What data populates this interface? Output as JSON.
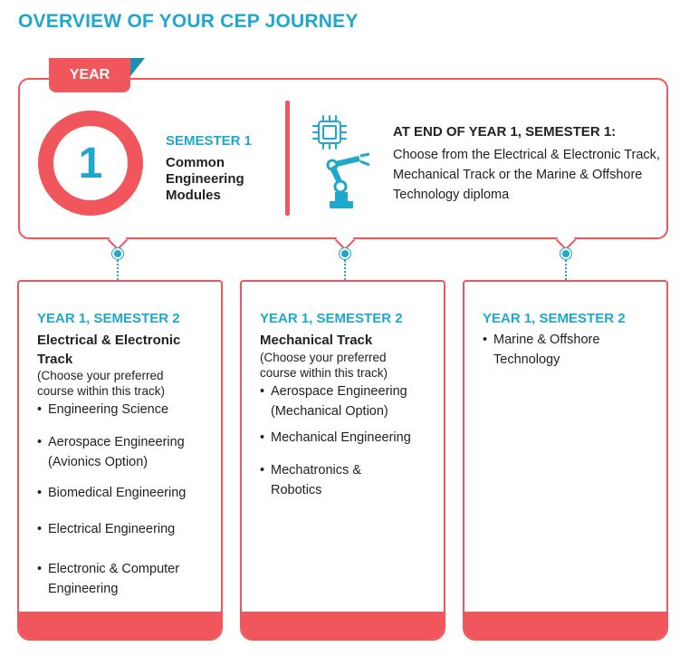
{
  "page_title": "OVERVIEW OF YOUR CEP JOURNEY",
  "year_tab": "YEAR",
  "year_number": "1",
  "semester1": {
    "heading": "SEMESTER 1",
    "body": "Common Engineering Modules"
  },
  "end_of_year": {
    "heading": "AT END OF YEAR 1, SEMESTER 1:",
    "body": "Choose from the Electrical & Electronic Track, Mechanical Track or the Marine & Offshore Technology diploma"
  },
  "icons": {
    "chip": "microchip-icon",
    "robot": "robot-arm-icon"
  },
  "colors": {
    "accent": "#f0565c",
    "brand": "#1fa8cc"
  },
  "cards": [
    {
      "heading": "YEAR 1, SEMESTER 2",
      "track": "Electrical & Electronic Track",
      "note": "(Choose your preferred course within this track)",
      "items": [
        "Engineering Science",
        "Aerospace Engineering (Avionics Option)",
        "Biomedical Engineering",
        "Electrical Engineering",
        "Electronic & Computer Engineering"
      ]
    },
    {
      "heading": "YEAR 1, SEMESTER 2",
      "track": "Mechanical Track",
      "note": "(Choose your preferred course within this track)",
      "items": [
        "Aerospace Engineering (Mechanical Option)",
        "Mechanical Engineering",
        "Mechatronics & Robotics"
      ]
    },
    {
      "heading": "YEAR 1, SEMESTER 2",
      "items": [
        "Marine & Offshore Technology"
      ]
    }
  ]
}
